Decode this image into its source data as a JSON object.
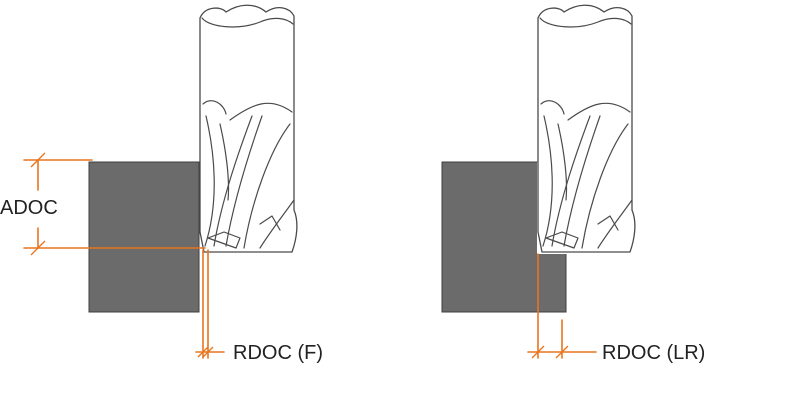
{
  "labels": {
    "adoc": "ADOC",
    "rdoc_f": "RDOC (F)",
    "rdoc_lr": "RDOC (LR)"
  },
  "colors": {
    "workpiece": "#6b6b6b",
    "dimension": "#e8741e",
    "tool_outline": "#4a4a4a",
    "background": "#ffffff"
  },
  "icons": {
    "tool": "end-mill-icon"
  }
}
